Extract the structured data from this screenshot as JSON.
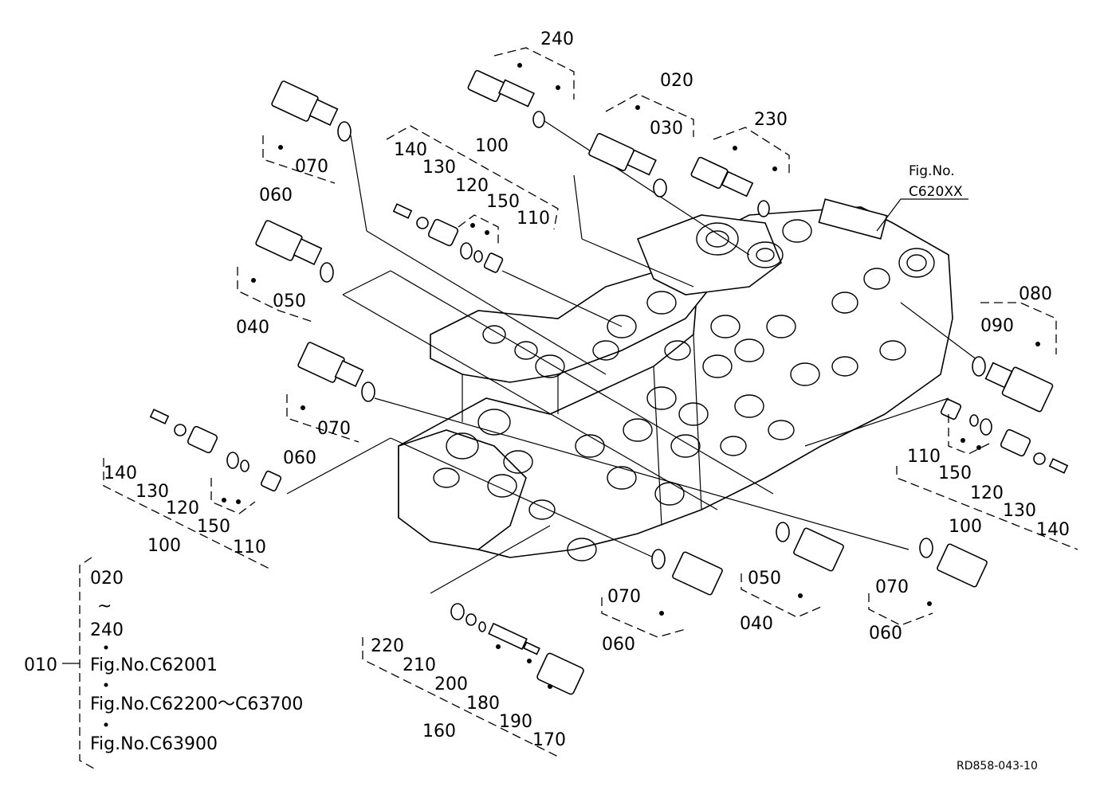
{
  "labels": {
    "p240": "240",
    "p020": "020",
    "p030": "030",
    "p230": "230",
    "fig_top_1": "Fig.No.",
    "fig_top_2": "C620XX",
    "p070_a": "070",
    "p060_a": "060",
    "p140_a": "140",
    "p130_a": "130",
    "p120_a": "120",
    "p100_a": "100",
    "p150_a": "150",
    "p110_a": "110",
    "p050_a": "050",
    "p040_a": "040",
    "p070_b": "070",
    "p060_b": "060",
    "p140_b": "140",
    "p130_b": "130",
    "p120_b": "120",
    "p150_b": "150",
    "p100_b": "100",
    "p110_b": "110",
    "p080": "080",
    "p090": "090",
    "p110_c": "110",
    "p150_c": "150",
    "p120_c": "120",
    "p130_c": "130",
    "p100_c": "100",
    "p140_c": "140",
    "p070_c": "070",
    "p060_c": "060",
    "p050_c": "050",
    "p040_c": "040",
    "p070_d": "070",
    "p060_d": "060",
    "p220": "220",
    "p210": "210",
    "p200": "200",
    "p180": "180",
    "p190": "190",
    "p170": "170",
    "p160": "160",
    "p010": "010",
    "legend_1": "020",
    "legend_tilde": "~",
    "legend_2": "240",
    "legend_3": "Fig.No.C62001",
    "legend_4": "Fig.No.C62200～C63700",
    "legend_5": "Fig.No.C63900",
    "drawing_code": "RD858-043-10"
  }
}
